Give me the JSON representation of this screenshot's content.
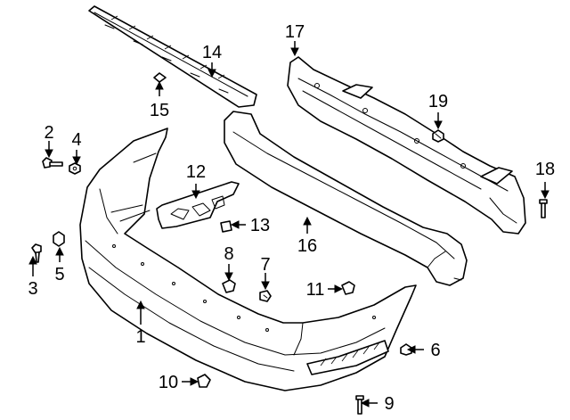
{
  "callouts": [
    {
      "id": "1",
      "text": "1"
    },
    {
      "id": "2",
      "text": "2"
    },
    {
      "id": "3",
      "text": "3"
    },
    {
      "id": "4",
      "text": "4"
    },
    {
      "id": "5",
      "text": "5"
    },
    {
      "id": "6",
      "text": "6"
    },
    {
      "id": "7",
      "text": "7"
    },
    {
      "id": "8",
      "text": "8"
    },
    {
      "id": "9",
      "text": "9"
    },
    {
      "id": "10",
      "text": "10"
    },
    {
      "id": "11",
      "text": "11"
    },
    {
      "id": "12",
      "text": "12"
    },
    {
      "id": "13",
      "text": "13"
    },
    {
      "id": "14",
      "text": "14"
    },
    {
      "id": "15",
      "text": "15"
    },
    {
      "id": "16",
      "text": "16"
    },
    {
      "id": "17",
      "text": "17"
    },
    {
      "id": "18",
      "text": "18"
    }
  ],
  "colors": {
    "line": "#000000",
    "background": "#ffffff"
  }
}
